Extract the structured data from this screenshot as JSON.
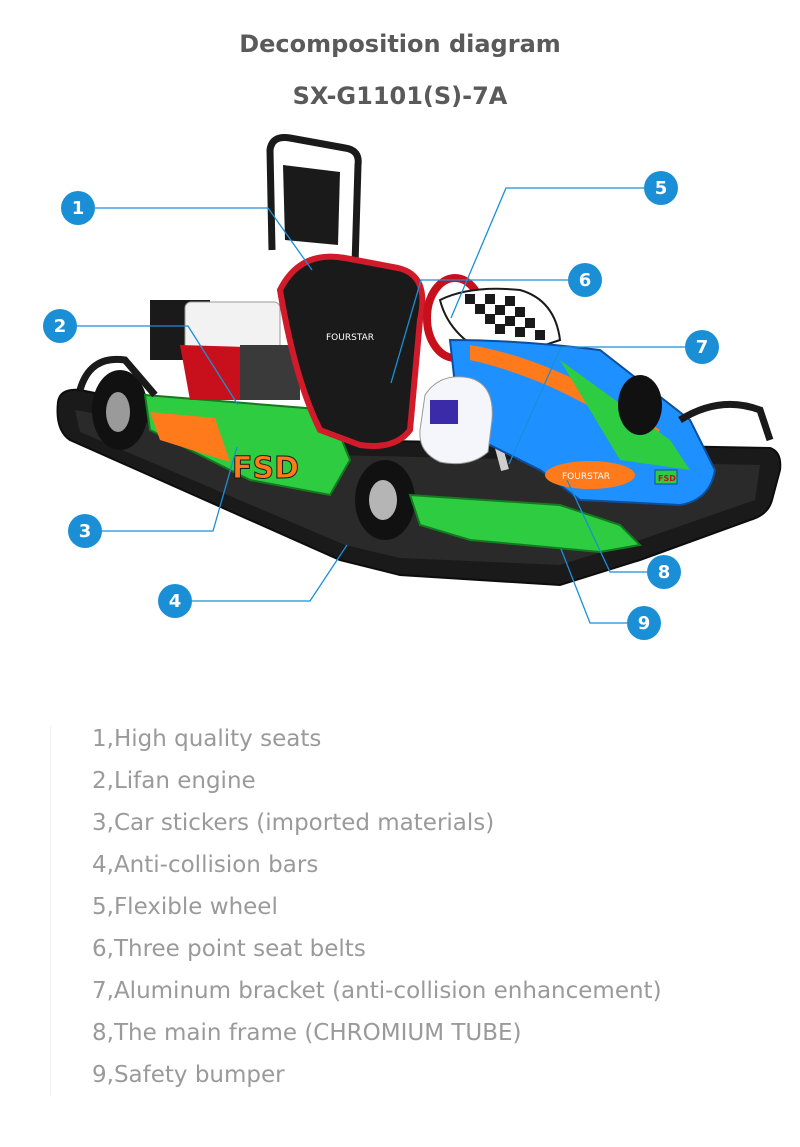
{
  "header": {
    "title": "Decomposition diagram",
    "model": "SX-G1101(S)-7A"
  },
  "colors": {
    "callout": "#1a8fd6",
    "leader": "#1a8fd6",
    "text": "#9a9a9a",
    "title": "#5a5a5a"
  },
  "kart": {
    "seat_brand": "FOURSTAR",
    "side_logo": "FSD",
    "front_logo": "FOURSTAR",
    "nose_badge": "FSD"
  },
  "callouts": [
    {
      "number": "1"
    },
    {
      "number": "2"
    },
    {
      "number": "3"
    },
    {
      "number": "4"
    },
    {
      "number": "5"
    },
    {
      "number": "6"
    },
    {
      "number": "7"
    },
    {
      "number": "8"
    },
    {
      "number": "9"
    }
  ],
  "legend": [
    "1,High quality seats",
    "2,Lifan engine",
    "3,Car stickers (imported materials)",
    "4,Anti-collision bars",
    "5,Flexible wheel",
    "6,Three point seat belts",
    "7,Aluminum bracket (anti-collision enhancement)",
    "8,The main frame (CHROMIUM TUBE)",
    "9,Safety bumper"
  ]
}
